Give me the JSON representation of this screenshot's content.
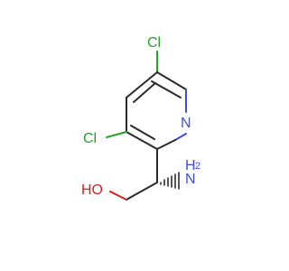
{
  "molecule": {
    "atoms": {
      "cl_top": {
        "text": "Cl",
        "color": "#26a026"
      },
      "cl_left": {
        "text": "Cl",
        "color": "#26a026"
      },
      "n_ring": {
        "text": "N",
        "color": "#3a4fd6"
      },
      "nh2_n": {
        "text": "N",
        "color": "#3a4fd6"
      },
      "nh2_h": {
        "text": "H",
        "color": "#3a4fd6"
      },
      "nh2_sub": {
        "text": "2",
        "color": "#3a4fd6"
      },
      "oh": {
        "text": "HO",
        "color": "#d32020"
      }
    },
    "colors": {
      "bond": "#2a2a2a",
      "nitrogen": "#3a4fd6",
      "chlorine": "#26a026",
      "oxygen": "#d32020"
    }
  }
}
